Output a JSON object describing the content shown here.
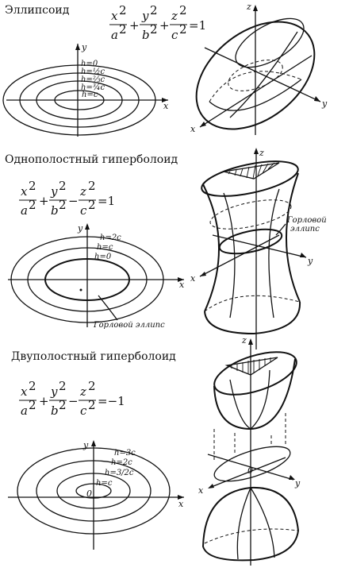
{
  "sections": [
    {
      "title": "Эллипсоид",
      "equation": {
        "t1": "x",
        "d1": "a",
        "op1": "+",
        "t2": "y",
        "d2": "b",
        "op2": "+",
        "t3": "z",
        "d3": "c",
        "exp": "2",
        "rhs": "=1"
      },
      "level_labels": [
        "h=0",
        "h=½c",
        "h=⅔c",
        "h=¾c",
        "h=c"
      ],
      "axis_labels": {
        "x": "x",
        "y": "y",
        "z": "z"
      }
    },
    {
      "title": "Однополостный гиперболоид",
      "equation": {
        "t1": "x",
        "d1": "a",
        "op1": "+",
        "t2": "y",
        "d2": "b",
        "op2": "−",
        "t3": "z",
        "d3": "c",
        "exp": "2",
        "rhs": "=1"
      },
      "level_labels": [
        "h=2c",
        "h=c",
        "h=0"
      ],
      "throat_label": "Горловой эллипс",
      "throat_label_3d": [
        "Горловой",
        "эллипс"
      ],
      "axis_labels": {
        "x": "x",
        "y": "y",
        "z": "z"
      }
    },
    {
      "title": "Двуполостный гиперболоид",
      "equation": {
        "t1": "x",
        "d1": "a",
        "op1": "+",
        "t2": "y",
        "d2": "b",
        "op2": "−",
        "t3": "z",
        "d3": "c",
        "exp": "2",
        "rhs": "=−1"
      },
      "level_labels": [
        "h=3c",
        "h=2c",
        "h=3/2c",
        "h=c"
      ],
      "origin": "0",
      "axis_labels": {
        "x": "x",
        "y": "y",
        "z": "z"
      }
    }
  ]
}
